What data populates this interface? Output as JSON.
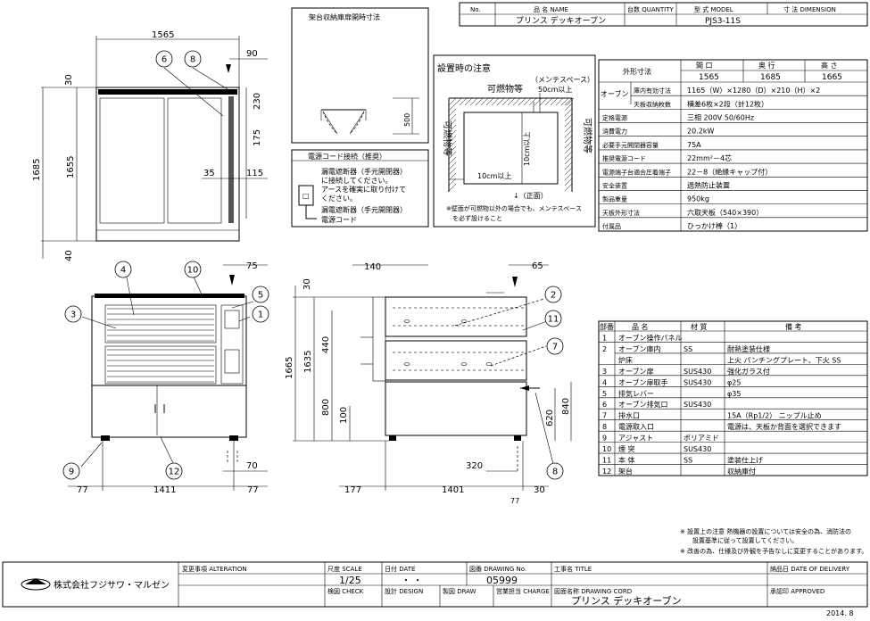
{
  "header": {
    "col_no": "No.",
    "col_name": "品 名 NAME",
    "col_qty": "台数 QUANTITY",
    "col_model": "型 式 MODEL",
    "col_dim": "寸 法 DIMENSION",
    "row_name": "プリンス デッキオーブン",
    "row_model": "PJS3-11S"
  },
  "spec_table": {
    "outer_label": "外形寸法",
    "cols": [
      "間 口",
      "奥 行",
      "高 さ"
    ],
    "vals": [
      "1565",
      "1685",
      "1665"
    ],
    "oven_label": "オーブン",
    "rows": [
      {
        "label": "庫内有効寸法",
        "value": "1165（W）×1280（D）×210（H）×2"
      },
      {
        "label": "天板収納枚数",
        "value": "横差6枚×2段（計12枚）"
      },
      {
        "label": "定格電源",
        "value": "三相 200V 50/60Hz"
      },
      {
        "label": "消費電力",
        "value": "20.2kW"
      },
      {
        "label": "必要手元開閉器容量",
        "value": "75A"
      },
      {
        "label": "推奨電源コード",
        "value": "22mm²－4芯"
      },
      {
        "label": "電源端子台適合圧着端子",
        "value": "22－8（絶縁キャップ付）"
      },
      {
        "label": "安全装置",
        "value": "過熱防止装置"
      },
      {
        "label": "製品重量",
        "value": "950kg"
      },
      {
        "label": "天板外形寸法",
        "value": "六取天板（540×390）"
      },
      {
        "label": "付属品",
        "value": "ひっかけ棒（1）"
      }
    ]
  },
  "parts_table": {
    "headers": [
      "部番",
      "品 名",
      "材 質",
      "備 考"
    ],
    "rows": [
      {
        "no": "1",
        "name": "オーブン操作パネル",
        "mat": "",
        "note": ""
      },
      {
        "no": "2",
        "name": "オーブン庫内",
        "mat": "SS",
        "note": "耐熱塗装仕様"
      },
      {
        "no": "",
        "name": "炉床",
        "mat": "",
        "note": "上火 パンチングプレート、下火 SS"
      },
      {
        "no": "3",
        "name": "オーブン扉",
        "mat": "SUS430",
        "note": "強化ガラス付"
      },
      {
        "no": "4",
        "name": "オーブン扉取手",
        "mat": "SUS430",
        "note": "φ25"
      },
      {
        "no": "5",
        "name": "排気レバー",
        "mat": "",
        "note": "φ35"
      },
      {
        "no": "6",
        "name": "オーブン排気口",
        "mat": "SUS430",
        "note": ""
      },
      {
        "no": "7",
        "name": "排水口",
        "mat": "",
        "note": "15A（Rp1/2） ニップル止め"
      },
      {
        "no": "8",
        "name": "電源取入口",
        "mat": "",
        "note": "電源は、天板か背面を選択できます"
      },
      {
        "no": "9",
        "name": "アジャスト",
        "mat": "ポリアミド",
        "note": ""
      },
      {
        "no": "10",
        "name": "煙 突",
        "mat": "SUS430",
        "note": ""
      },
      {
        "no": "11",
        "name": "本 体",
        "mat": "SS",
        "note": "塗装仕上げ"
      },
      {
        "no": "12",
        "name": "架台",
        "mat": "",
        "note": "収納庫付"
      }
    ]
  },
  "notes": [
    "※ 設置上の注意 熱機器の設置については安全の為、消防法の",
    "設置基準に従って設置してください。",
    "※ 改善の為、仕様及び外観を予告なしに変更することがあります。"
  ],
  "door_box_title": "架台収納庫扉開時寸法",
  "door_dim": "500",
  "install": {
    "title": "設置時の注意",
    "maint": "（メンテスペース）",
    "maint_dim": "50cm以上",
    "flam_top": "可燃物等",
    "flam_left": "可燃物等",
    "flam_right": "可燃物等",
    "dim_v": "10cm以上",
    "dim_h": "10cm以上",
    "front": "↓（正面）",
    "note1": "※壁面が可燃物以外の場合でも、メンテスペース",
    "note2": "を必ず設けること"
  },
  "power": {
    "title": "電源コード接続（推奨）",
    "l1": "漏電遮断器（手元開閉器）",
    "l2": "に接続してください。",
    "l3": "アースを確実に取り付けて",
    "l4": "ください。",
    "l5": "漏電遮断器（手元開閉器）",
    "l6": "電源コード"
  },
  "dims_top": {
    "w": "1565",
    "d90": "90",
    "d230": "230",
    "d175": "175",
    "d35": "35",
    "d115": "115",
    "d30": "30",
    "d1685": "1685",
    "d1655": "1655",
    "d40": "40"
  },
  "dims_front": {
    "d75": "75",
    "d70": "70",
    "d77a": "77",
    "d1411": "1411",
    "d77b": "77"
  },
  "dims_side": {
    "d140": "140",
    "d65": "65",
    "d30": "30",
    "d1665": "1665",
    "d1635": "1635",
    "d440": "440",
    "d800": "800",
    "d100": "100",
    "d620": "620",
    "d840": "840",
    "d320": "320",
    "d177": "177",
    "d1401": "1401",
    "d30b": "30",
    "d77": "77"
  },
  "callouts": [
    "1",
    "2",
    "3",
    "4",
    "5",
    "6",
    "7",
    "8",
    "9",
    "10",
    "11",
    "12"
  ],
  "title_block": {
    "company": "株式会社フジサワ・マルゼン",
    "rev": "変更事項 ALTERATION",
    "scale_label": "尺度 SCALE",
    "scale": "1/25",
    "date_label": "日付 DATE",
    "date": "・ ・",
    "drawing_label": "図番 DRAWING No.",
    "drawing_no": "05999",
    "title_label": "工事名 TITLE",
    "delivery_label": "納品日 DATE OF DELIVERY",
    "check": "検図 CHECK",
    "design": "設計 DESIGN",
    "draw": "製図 DRAW",
    "charge": "営業担当 CHARGE",
    "cord_label": "図面名称 DRAWING CORD",
    "cord": "プリンス デッキオーブン",
    "approved": "承認印 APPROVED",
    "year": "2014. 8"
  }
}
